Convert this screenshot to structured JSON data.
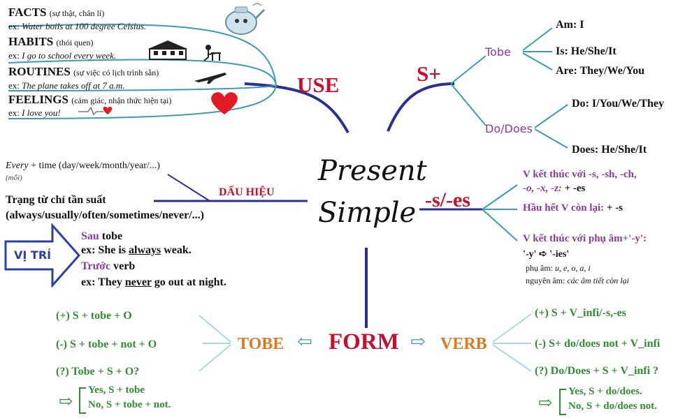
{
  "center": {
    "line1": "Present",
    "line2": "Simple"
  },
  "use": {
    "title": "USE",
    "facts": {
      "head": "FACTS",
      "note": "(sự thật, chân lí)",
      "ex_label": "ex:",
      "ex": "Water boils at 100 degree Celsius."
    },
    "habits": {
      "head": "HABITS",
      "note": "(thói quen)",
      "ex_label": "ex:",
      "ex": "I go to school every week."
    },
    "routines": {
      "head": "ROUTINES",
      "note": "(sự việc có lịch trình sẵn)",
      "ex_label": "ex:",
      "ex": "The plane takes off at 7 a.m."
    },
    "feelings": {
      "head": "FEELINGS",
      "note": "(cảm giác, nhận thức hiện tại)",
      "ex_label": "ex:",
      "ex": "I love you!"
    }
  },
  "subject": {
    "title": "S+",
    "tobe": {
      "label": "Tobe",
      "am": "Am: I",
      "is": "Is: He/She/It",
      "are": "Are: They/We/You"
    },
    "dodoes": {
      "label": "Do/Does",
      "do": "Do: I/You/We/They",
      "does": "Does: He/She/It"
    }
  },
  "signal": {
    "title": "DẤU HIỆU",
    "every": "Every",
    "every_rest": "+ time (day/week/month/year/...)",
    "every_note": "(mỗi)",
    "adverb_head": "Trạng từ chỉ tần suất",
    "adverb_list": "(always/usually/often/sometimes/never/...)"
  },
  "position": {
    "title": "VỊ TRÍ",
    "after": "Sau",
    "after_rest": " tobe",
    "ex1_pre": "ex: She is ",
    "ex1_word": "always",
    "ex1_post": " weak.",
    "before": "Trước",
    "before_rest": " verb",
    "ex2_pre": "ex: They ",
    "ex2_word": "never",
    "ex2_post": " go out at night."
  },
  "suffix": {
    "title": "-s/-es",
    "rule1_a": "V kết thúc với -s, -sh, -ch,",
    "rule1_b": "-o, -x, -z:",
    "rule1_c": " + -es",
    "rule2_a": "Hầu hết V còn lại:",
    "rule2_b": " + -s",
    "rule3": "V kết thúc với phụ âm+'-y':",
    "rule3_from": "'-y'",
    "rule3_to": "'-ies'",
    "consonant_label": "phụ âm:",
    "consonant_list": " u, e, o, a, i",
    "vowel_label": "nguyên âm:",
    "vowel_list": " các âm tiết còn lại"
  },
  "form": {
    "title": "FORM",
    "tobe": {
      "title": "TOBE",
      "pos": "(+)  S + tobe + O",
      "neg": "(-)  S + tobe + not + O",
      "q": "(?)  Tobe + S + O?",
      "yes": "Yes, S + tobe",
      "no": "No, S + tobe + not."
    },
    "verb": {
      "title": "VERB",
      "pos": "(+)  S + V_infi/-s,-es",
      "neg": "(-)  S+ do/does not + V_infi",
      "q": "(?)  Do/Does + S + V_infi ?",
      "yes": "Yes, S + do/does.",
      "no": "No, S + do/does not."
    }
  },
  "colors": {
    "red": "#c8102e",
    "navy": "#2b2f8f",
    "teal": "#3a9cb5",
    "purple": "#8a3b9e",
    "orange": "#e07820",
    "green": "#2f8f2f"
  }
}
